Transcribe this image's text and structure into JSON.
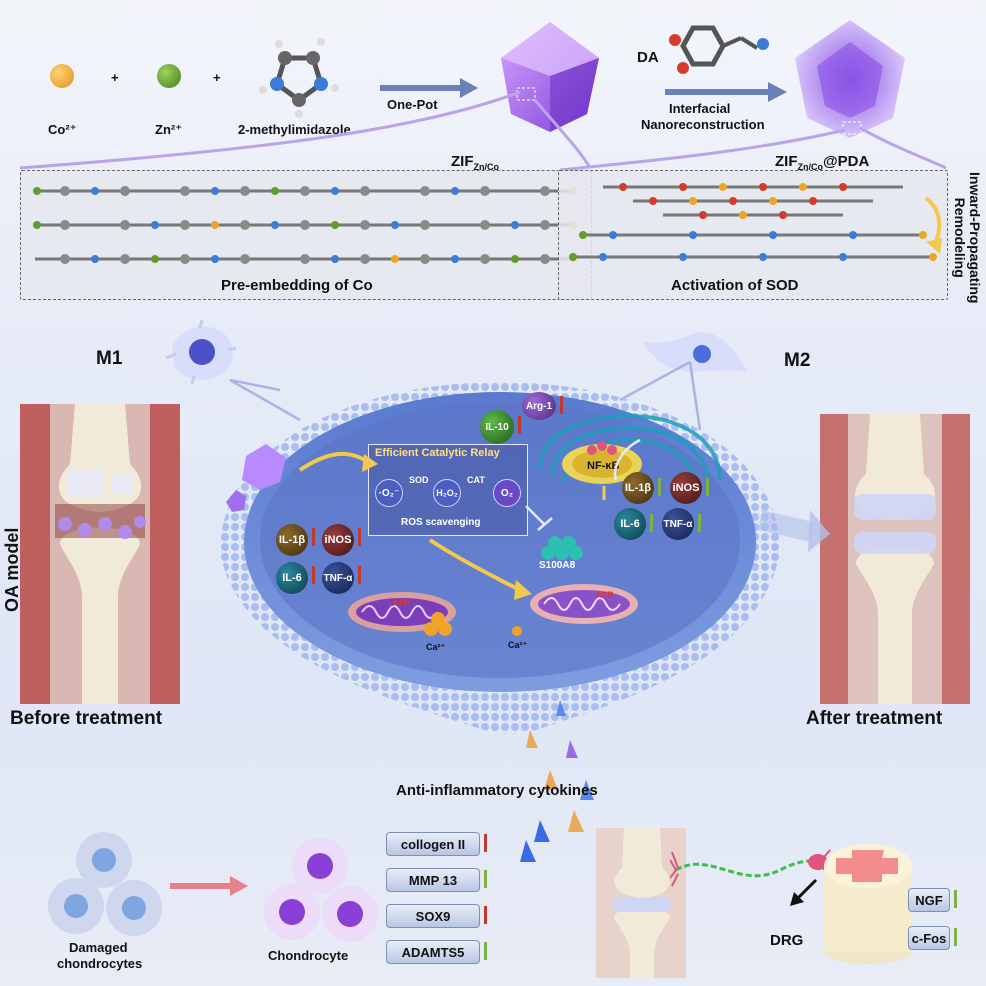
{
  "synthesis": {
    "co": "Co²⁺",
    "zn": "Zn²⁺",
    "ligand": "2-methylimidazole",
    "plus": "+",
    "one_pot": "One-Pot",
    "da": "DA",
    "interfacial_1": "Interfacial",
    "interfacial_2": "Nanoreconstruction",
    "zif_base": "ZIF",
    "zif_sub": "Zn/Co",
    "zifpda_base": "ZIF",
    "zifpda_sub": "Zn/Co",
    "zifpda_suffix": "@PDA",
    "panel_left": "Pre-embedding of Co",
    "panel_right": "Activation of SOD",
    "inward_1": "Inward-Propagating",
    "inward_2": "Remodeling"
  },
  "macrophage": {
    "m1": "M1",
    "m2": "M2"
  },
  "knee": {
    "oa_model": "OA model",
    "before": "Before treatment",
    "after": "After treatment"
  },
  "cell": {
    "relay_title": "Efficient Catalytic Relay",
    "o2_rad": "·O₂⁻",
    "sod": "SOD",
    "h2o2": "H₂O₂",
    "cat": "CAT",
    "o2": "O₂",
    "ros": "ROS scavenging",
    "left_cytokines": [
      "IL-1β",
      "iNOS",
      "IL-6",
      "TNF-α"
    ],
    "right_cytokines": [
      "IL-1β",
      "iNOS",
      "IL-6",
      "TNF-α"
    ],
    "arg1": "Arg-1",
    "il10": "IL-10",
    "nfkb": "NF-κB",
    "s100a8": "S100A8",
    "atp_left": "ATP",
    "atp_right": "ATP",
    "ca_left": "Ca²⁺",
    "ca_right": "Ca²⁺"
  },
  "bottom": {
    "anti": "Anti-inflammatory cytokines",
    "damaged_1": "Damaged",
    "damaged_2": "chondrocytes",
    "chondrocyte": "Chondrocyte",
    "markers": [
      "collogen II",
      "MMP 13",
      "SOX9",
      "ADAMTS5"
    ],
    "drg": "DRG",
    "ngf": "NGF",
    "cfos": "c-Fos"
  },
  "colors": {
    "co": "#f0a326",
    "zn": "#5d9e2a",
    "membrane": "#9db4ea",
    "accent": "#6b4bd1"
  }
}
